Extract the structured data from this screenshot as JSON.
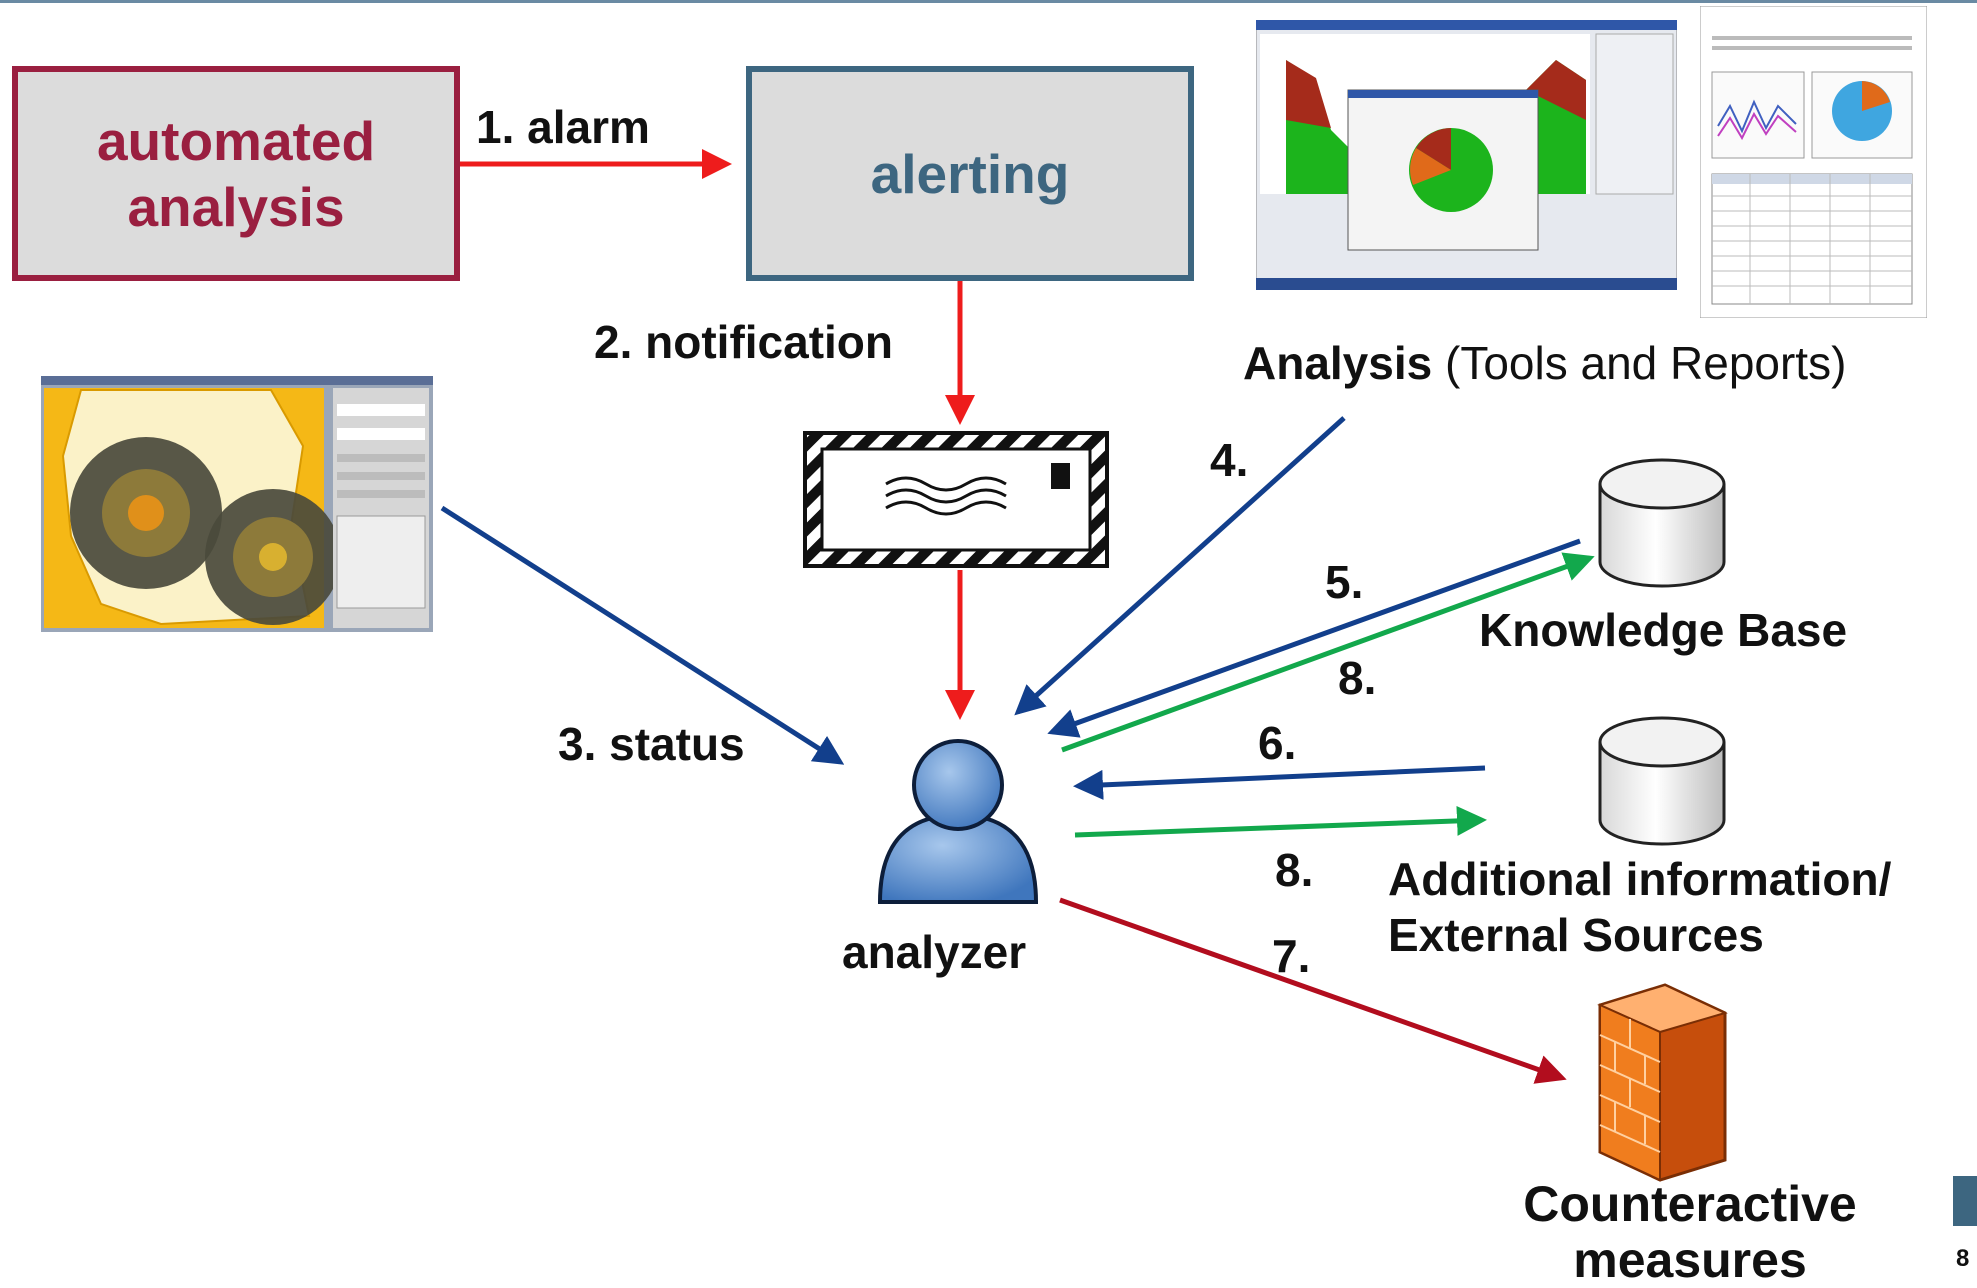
{
  "boxes": {
    "automated_line1": "automated",
    "automated_line2": "analysis",
    "alerting": "alerting"
  },
  "steps": {
    "s1": "1. alarm",
    "s2": "2. notification",
    "s3": "3. status",
    "s4": "4.",
    "s5": "5.",
    "s8a": "8.",
    "s6": "6.",
    "s8b": "8.",
    "s7": "7."
  },
  "nodes": {
    "analyzer": "analyzer",
    "analysis_bold": "Analysis",
    "analysis_rest": " (Tools and Reports)",
    "knowledge_base": "Knowledge Base",
    "additional_line1": "Additional information/",
    "additional_line2": "External Sources",
    "counter_line1": "Counteractive",
    "counter_line2": "measures"
  },
  "page_number": "8",
  "colors": {
    "alarm_red": "#ee1c1c",
    "status_blue": "#123f8c",
    "update_green": "#12a84c",
    "measure_red": "#b20d1e",
    "automated_border": "#9a1f40",
    "alerting_border": "#3d6680"
  },
  "icons": {
    "envelope": "envelope-icon",
    "analyzer": "user-icon",
    "knowledge_base": "database-icon",
    "external_sources": "database-icon",
    "countermeasures": "firewall-icon"
  }
}
